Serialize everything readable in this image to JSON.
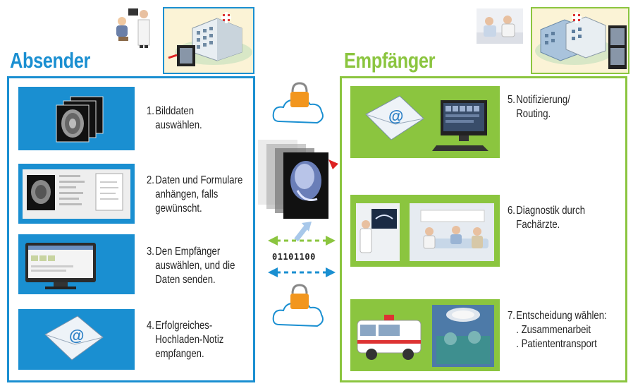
{
  "sender": {
    "title": "Absender",
    "color": "#1a8fd1",
    "steps": [
      {
        "num": "1.",
        "lines": [
          "Bilddaten",
          "auswählen."
        ]
      },
      {
        "num": "2.",
        "lines": [
          "Daten und Formulare",
          "anhängen, falls",
          "gewünscht."
        ]
      },
      {
        "num": "3.",
        "lines": [
          "Den Empfänger",
          "auswählen, und die",
          "Daten senden."
        ]
      },
      {
        "num": "4.",
        "lines": [
          "Erfolgreiches-",
          "Hochladen-Notiz",
          "empfangen."
        ]
      }
    ]
  },
  "receiver": {
    "title": "Empfänger",
    "color": "#8bc53f",
    "steps": [
      {
        "num": "5.",
        "lines": [
          "Notifizierung/",
          "Routing."
        ]
      },
      {
        "num": "6.",
        "lines": [
          "Diagnostik durch",
          "Fachärzte."
        ]
      },
      {
        "num": "7.",
        "lines": [
          "Entscheidung wählen:",
          ". Zusammenarbeit",
          ". Patiententransport"
        ]
      }
    ]
  },
  "transfer": {
    "binary": "01101100"
  },
  "icons": [
    "doctor-patient-icon",
    "hospital-building-icon",
    "mri-scan-icon",
    "document-form-icon",
    "computer-monitor-icon",
    "email-envelope-icon",
    "lock-icon",
    "cloud-icon",
    "ambulance-icon",
    "surgery-icon",
    "medical-team-icon"
  ]
}
